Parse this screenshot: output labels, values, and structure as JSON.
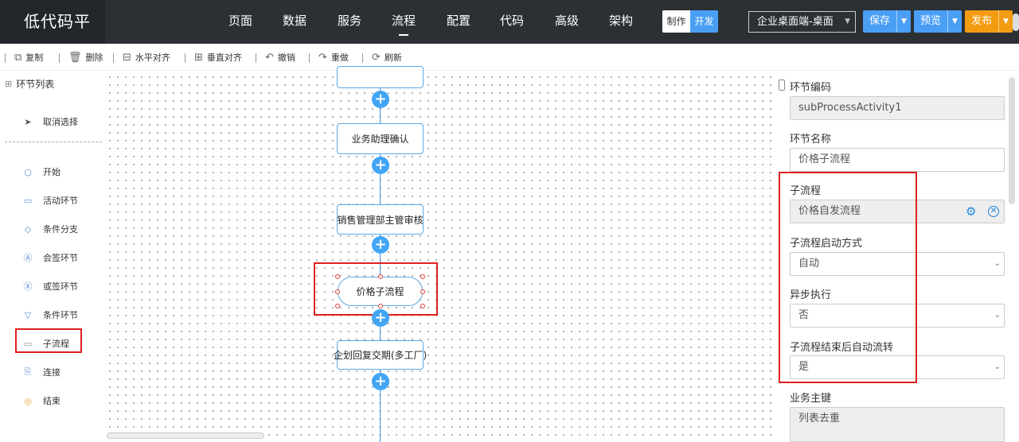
{
  "app": {
    "title": "低代码平台"
  },
  "nav": [
    "页面",
    "数据",
    "服务",
    "流程",
    "配置",
    "代码",
    "高级",
    "架构"
  ],
  "nav_active": "流程",
  "mode": {
    "make": "制作",
    "dev": "开发"
  },
  "env": {
    "selected": "企业桌面端-桌面"
  },
  "actions": {
    "save": "保存",
    "preview": "预览",
    "publish": "发布"
  },
  "toolbar": {
    "copy": "复制",
    "delete": "删除",
    "halign": "水平对齐",
    "valign": "垂直对齐",
    "undo": "撤销",
    "redo": "重做",
    "refresh": "刷新"
  },
  "sidebar": {
    "title": "环节列表",
    "cancel": "取消选择",
    "items": [
      "开始",
      "活动环节",
      "条件分支",
      "会签环节",
      "或签环节",
      "条件环节",
      "子流程",
      "连接",
      "结束"
    ]
  },
  "canvas": {
    "nodes": [
      "业务助理确认",
      "销售管理部主管审核",
      "价格子流程",
      "企划回复交期(多工厂)"
    ]
  },
  "props": {
    "code_label": "环节编码",
    "code_value": "subProcessActivity1",
    "name_label": "环节名称",
    "name_value": "价格子流程",
    "sub_label": "子流程",
    "sub_value": "价格自发流程",
    "start_label": "子流程启动方式",
    "start_value": "自动",
    "async_label": "异步执行",
    "async_value": "否",
    "auto_label": "子流程结束后自动流转",
    "auto_value": "是",
    "key_label": "业务主键",
    "key_value": "列表去重"
  },
  "colors": {
    "topbar": "#2c3035",
    "accent": "#4a9ff5",
    "publish": "#f39c12",
    "highlight": "#e02020"
  }
}
